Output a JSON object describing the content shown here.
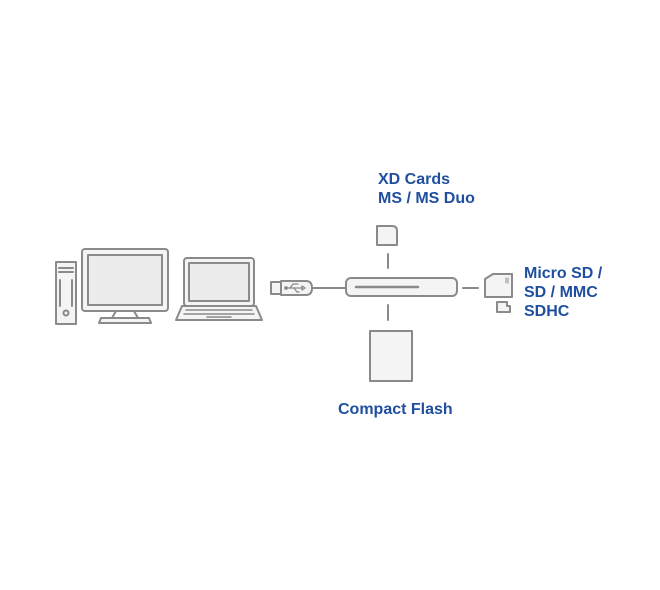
{
  "colors": {
    "label": "#1f4f9e",
    "line": "#8a8a8a",
    "device_fill": "#f4f4f4",
    "screen_fill": "#ececec"
  },
  "icons": [
    "desktop-tower-icon",
    "monitor-icon",
    "laptop-icon",
    "usb-plug-icon",
    "usb-symbol-icon",
    "card-reader-icon",
    "xd-card-icon",
    "sd-card-icon",
    "micro-sd-card-icon",
    "compact-flash-card-icon"
  ],
  "labels": {
    "xd": {
      "line1": "XD Cards",
      "line2": "MS / MS Duo"
    },
    "micro": {
      "line1": "Micro SD /",
      "line2": "SD / MMC",
      "line3": "SDHC"
    },
    "cf": {
      "line1": "Compact Flash"
    }
  }
}
